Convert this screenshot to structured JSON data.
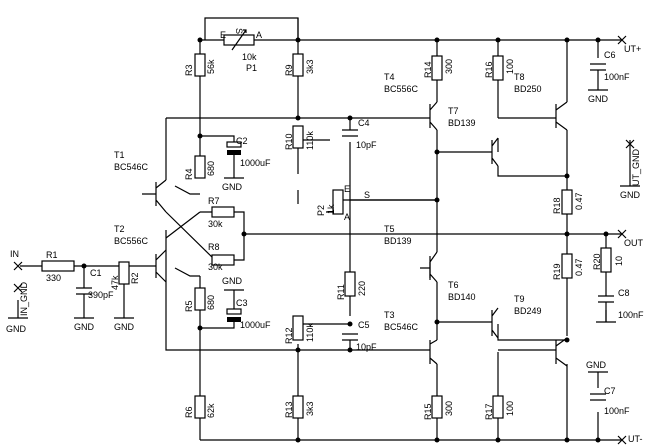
{
  "ports": {
    "in": "IN",
    "in_gnd": "IN_GND",
    "out": "OUT",
    "ut_plus": "UT+",
    "ut_minus": "UT-",
    "ut_gnd": "UT_GND",
    "gnd": "GND"
  },
  "components": {
    "R1": {
      "ref": "R1",
      "value": "330"
    },
    "R2": {
      "ref": "R2",
      "value": "47k"
    },
    "R3": {
      "ref": "R3",
      "value": "56k"
    },
    "R4": {
      "ref": "R4",
      "value": "680"
    },
    "R5": {
      "ref": "R5",
      "value": "680"
    },
    "R6": {
      "ref": "R6",
      "value": "62k"
    },
    "R7": {
      "ref": "R7",
      "value": "30k"
    },
    "R8": {
      "ref": "R8",
      "value": "30k"
    },
    "R9": {
      "ref": "R9",
      "value": "3k3"
    },
    "R10": {
      "ref": "R10",
      "value": "110k"
    },
    "R11": {
      "ref": "R11",
      "value": "220"
    },
    "R12": {
      "ref": "R12",
      "value": "110k"
    },
    "R13": {
      "ref": "R13",
      "value": "3k3"
    },
    "R14": {
      "ref": "R14",
      "value": "300"
    },
    "R15": {
      "ref": "R15",
      "value": "300"
    },
    "R16": {
      "ref": "R16",
      "value": "100"
    },
    "R17": {
      "ref": "R17",
      "value": "100"
    },
    "R18": {
      "ref": "R18",
      "value": "0.47"
    },
    "R19": {
      "ref": "R19",
      "value": "0.47"
    },
    "R20": {
      "ref": "R20",
      "value": "10"
    },
    "C1": {
      "ref": "C1",
      "value": "390pF"
    },
    "C2": {
      "ref": "C2",
      "value": "1000uF"
    },
    "C3": {
      "ref": "C3",
      "value": "1000uF"
    },
    "C4": {
      "ref": "C4",
      "value": "10pF"
    },
    "C5": {
      "ref": "C5",
      "value": "10pF"
    },
    "C6": {
      "ref": "C6",
      "value": "100nF"
    },
    "C7": {
      "ref": "C7",
      "value": "100nF"
    },
    "C8": {
      "ref": "C8",
      "value": "100nF"
    },
    "P1": {
      "ref": "P1",
      "value": "10k"
    },
    "P2": {
      "ref": "P2",
      "value": "1k"
    },
    "T1": {
      "ref": "T1",
      "value": "BC546C"
    },
    "T2": {
      "ref": "T2",
      "value": "BC556C"
    },
    "T3": {
      "ref": "T3",
      "value": "BC546C"
    },
    "T4": {
      "ref": "T4",
      "value": "BC556C"
    },
    "T5": {
      "ref": "T5",
      "value": "BD139"
    },
    "T6": {
      "ref": "T6",
      "value": "BD140"
    },
    "T7": {
      "ref": "T7",
      "value": "BD139"
    },
    "T8": {
      "ref": "T8",
      "value": "BD250"
    },
    "T9": {
      "ref": "T9",
      "value": "BD249"
    }
  },
  "pot_pins": {
    "e": "E",
    "a": "A",
    "s": "S"
  }
}
